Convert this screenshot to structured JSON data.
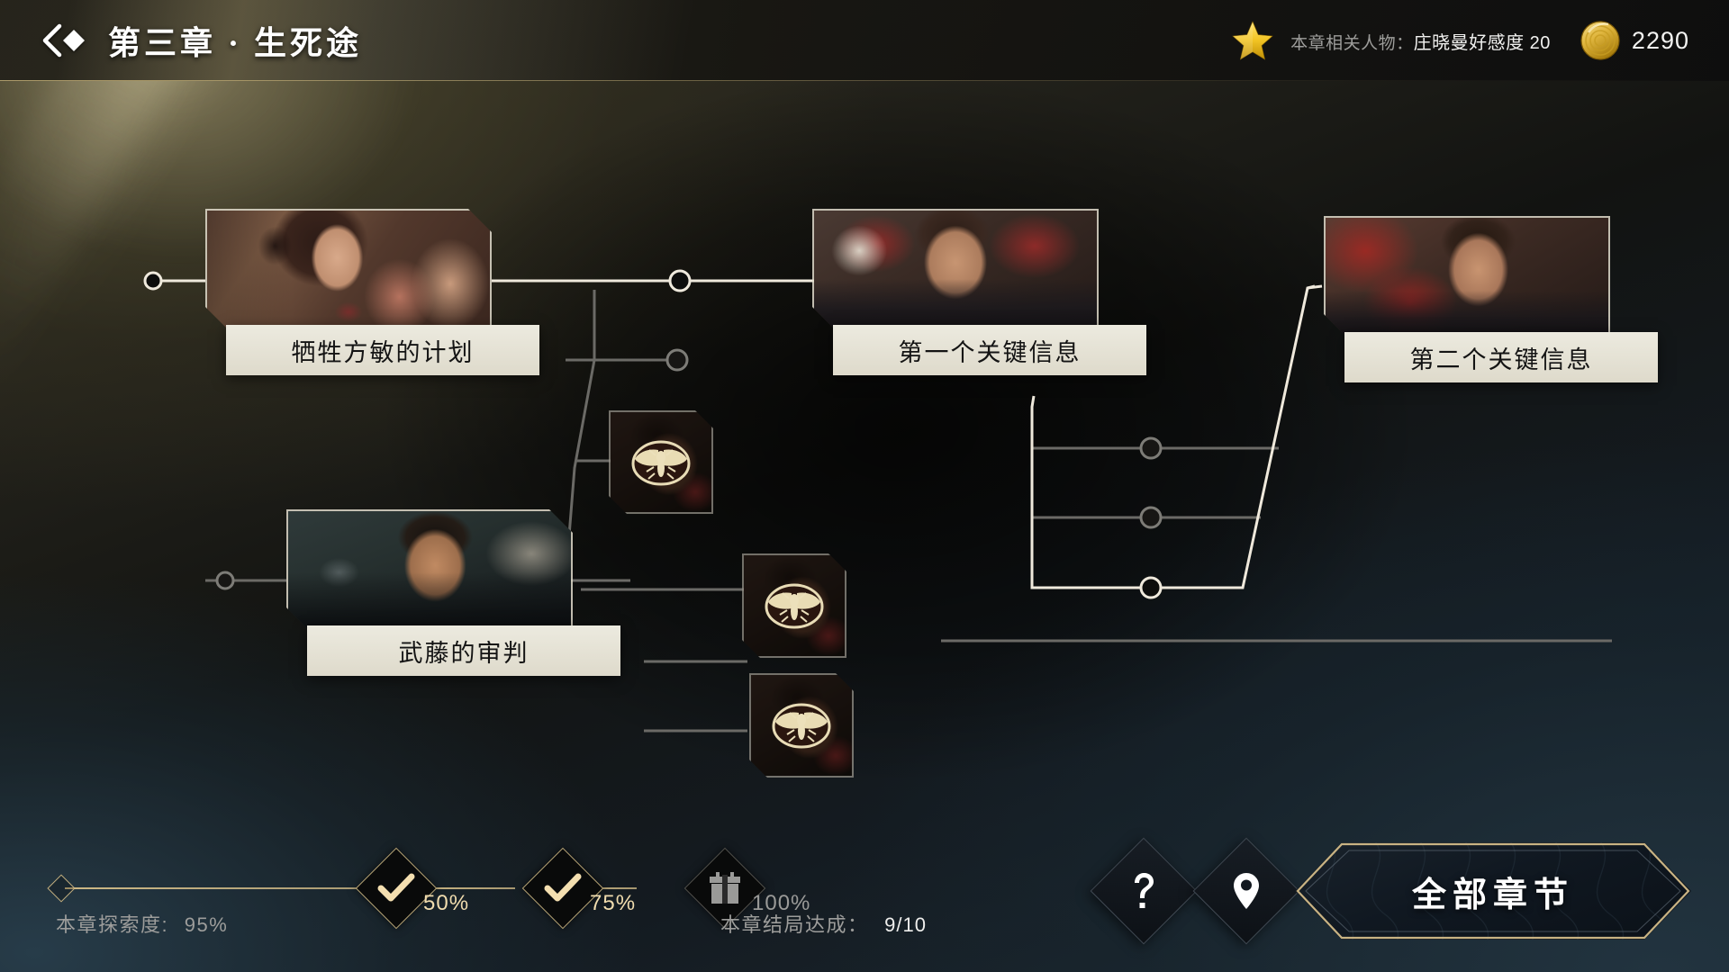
{
  "header": {
    "back_icon": "back-chevron-diamond-icon",
    "chapter_title": "第三章 · 生死途",
    "star_icon": "star-icon",
    "affinity_label": "本章相关人物：",
    "affinity_value": "庄晓曼好感度 20",
    "coin_icon": "gold-coin-icon",
    "coin_amount": "2290"
  },
  "nodes": [
    {
      "id": "n1",
      "label": "牺牲方敏的计划",
      "state": "unlocked",
      "art": "p-woman"
    },
    {
      "id": "n2",
      "label": "武藤的审判",
      "state": "unlocked",
      "art": "p-man-dark"
    },
    {
      "id": "n3",
      "label": "第一个关键信息",
      "state": "unlocked",
      "art": "p-man-suit"
    },
    {
      "id": "n4",
      "label": "第二个关键信息",
      "state": "unlocked",
      "art": "p-man-red"
    }
  ],
  "locked_nodes": [
    {
      "id": "L1",
      "icon": "moth-emblem-icon"
    },
    {
      "id": "L2",
      "icon": "moth-emblem-icon"
    },
    {
      "id": "L3",
      "icon": "moth-emblem-icon"
    }
  ],
  "bottom": {
    "explore_label": "本章探索度:",
    "explore_value": "95%",
    "milestones": [
      {
        "pct": "50%",
        "state": "claimed",
        "icon": "check-icon"
      },
      {
        "pct": "75%",
        "state": "claimed",
        "icon": "check-icon"
      },
      {
        "pct": "100%",
        "state": "locked",
        "icon": "gift-icon"
      }
    ],
    "ending_label": "本章结局达成：",
    "ending_value": "9/10",
    "help_icon": "question-mark-icon",
    "map_icon": "location-pin-icon",
    "all_chapters_label": "全部章节"
  },
  "colors": {
    "gold": "#d6bf89",
    "gold_text": "#f0dcae",
    "label_grey": "#9d9d9b",
    "card_label_bg": "#eceadf",
    "path_active": "#efe9dc",
    "path_inactive": "#6b6a66"
  }
}
